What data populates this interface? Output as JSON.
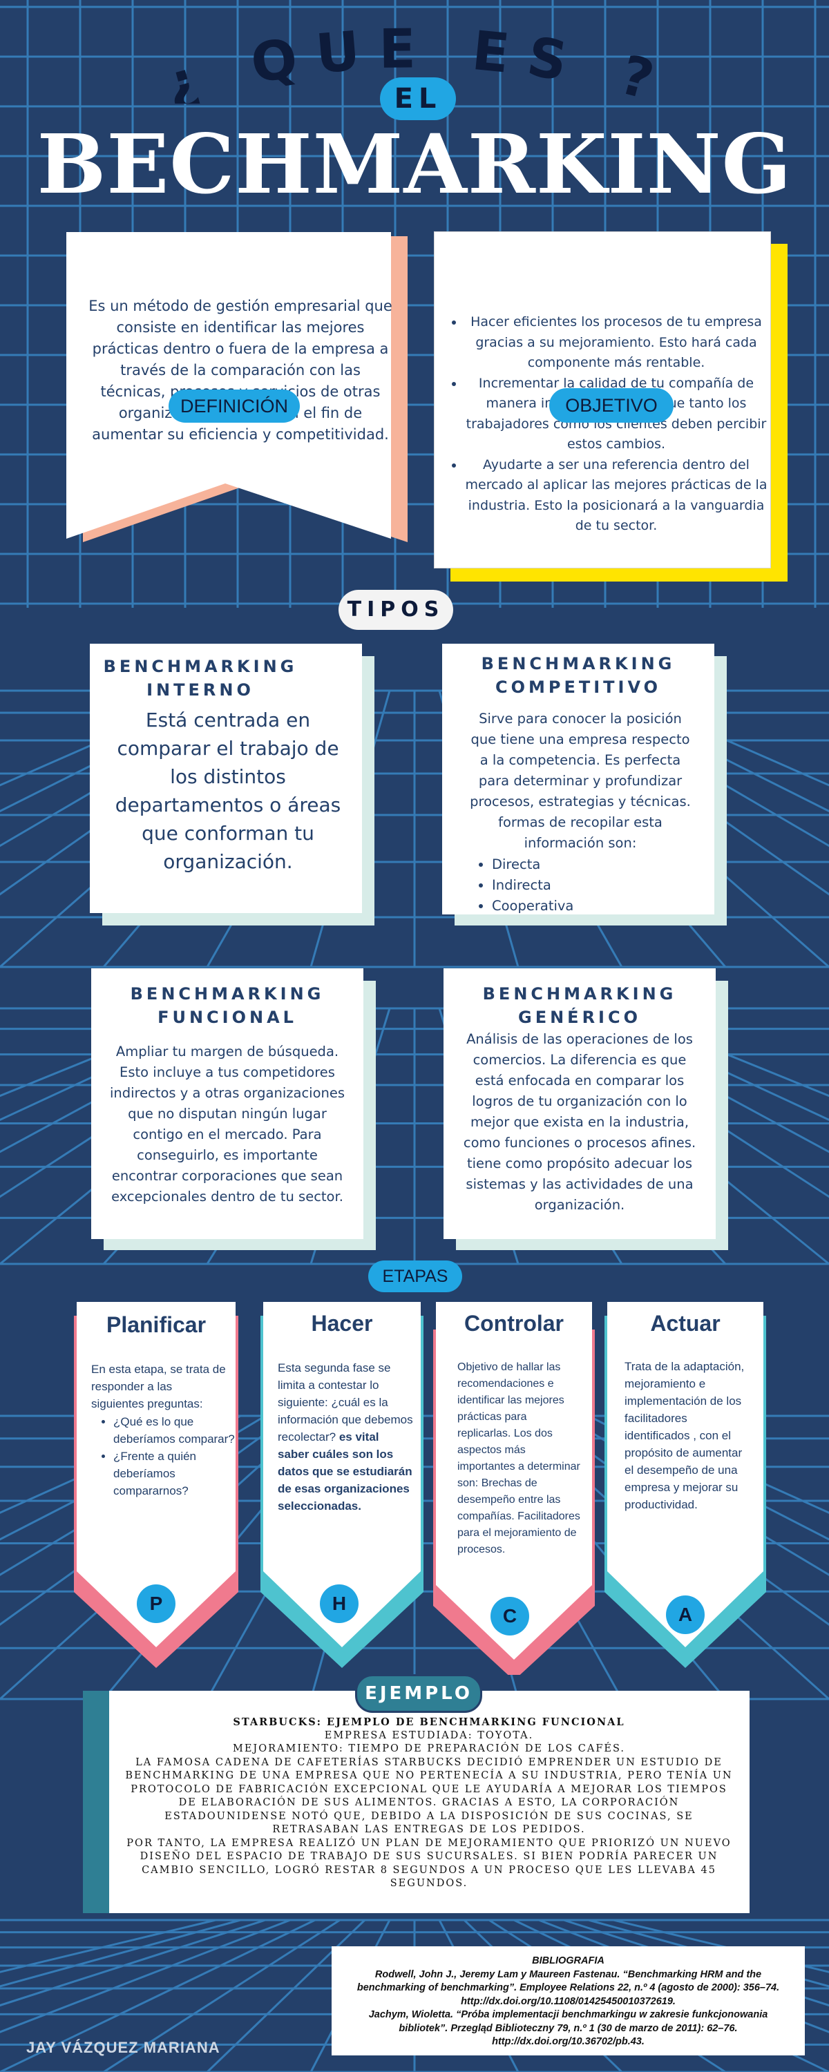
{
  "title": {
    "question_top": "¿ QUE ES ?",
    "el": "EL",
    "main": "BECHMARKING"
  },
  "definicion": {
    "text": "Es un método de gestión empresarial que consiste en identificar las mejores prácticas dentro o fuera de la empresa a través de la comparación con las técnicas, procesos y servicios de otras organizaciones. Esto con el fin de aumentar su eficiencia y competitividad.",
    "label": "DEFINICIÓN"
  },
  "objetivo": {
    "label": "OBJETIVO",
    "items": [
      "Hacer eficientes los procesos de tu empresa gracias a su mejoramiento. Esto hará cada componente más rentable.",
      "Incrementar la calidad de tu compañía de manera integral. Es decir, que tanto los trabajadores como los clientes deben percibir estos cambios.",
      "Ayudarte a ser una referencia dentro del mercado al aplicar las mejores prácticas de la industria. Esto la posicionará a la vanguardia de tu sector."
    ]
  },
  "tipos": {
    "label": "TIPOS",
    "interno": {
      "title1": "BENCHMARKING",
      "title2": "INTERNO",
      "text": "Está centrada en comparar el trabajo de los distintos departamentos o áreas que conforman tu organización."
    },
    "competitivo": {
      "title1": "BENCHMARKING",
      "title2": "COMPETITIVO",
      "text": "Sirve para conocer la posición que tiene una empresa respecto a la competencia. Es perfecta para determinar y profundizar procesos, estrategias y técnicas. formas de recopilar esta información son:",
      "items": [
        "Directa",
        "Indirecta",
        "Cooperativa"
      ]
    },
    "funcional": {
      "title1": "BENCHMARKING",
      "title2": "FUNCIONAL",
      "text": "Ampliar tu margen de búsqueda. Esto incluye a tus competidores indirectos y a otras organizaciones que no disputan ningún lugar contigo en el mercado. Para conseguirlo, es importante encontrar corporaciones que sean excepcionales dentro de tu sector."
    },
    "generico": {
      "title1": "BENCHMARKING",
      "title2": "GENÉRICO",
      "text": "Análisis de las operaciones de los comercios. La diferencia es que está enfocada en comparar los logros de tu organización con lo mejor que exista en la industria, como funciones o procesos afines. tiene como propósito adecuar los sistemas y las actividades de una organización."
    }
  },
  "etapas": {
    "label": "ETAPAS",
    "planificar": {
      "title": "Planificar",
      "text": "En esta etapa, se trata de responder a las siguientes preguntas:",
      "items": [
        "¿Qué es lo que deberíamos comparar?",
        "¿Frente a quién deberíamos compararnos?"
      ],
      "letter": "P"
    },
    "hacer": {
      "title": "Hacer",
      "text": "Esta segunda fase se limita a contestar lo siguiente: ¿cuál es la información que debemos recolectar?",
      "bold": "es vital saber cuáles son los datos que se estudiarán de esas organizaciones seleccionadas.",
      "letter": "H"
    },
    "controlar": {
      "title": "Controlar",
      "text": "Objetivo de hallar las recomendaciones e identificar las mejores prácticas para replicarlas. Los dos aspectos más importantes a determinar son: Brechas de desempeño entre las compañías. Facilitadores para el mejoramiento de procesos.",
      "letter": "C"
    },
    "actuar": {
      "title": "Actuar",
      "text": "Trata de la adaptación, mejoramiento e implementación de los facilitadores identificados , con el propósito de aumentar el desempeño de una empresa y mejorar su productividad.",
      "letter": "A"
    }
  },
  "ejemplo": {
    "label": "EJEMPLO",
    "lines": [
      "STARBUCKS: EJEMPLO DE BENCHMARKING FUNCIONAL",
      "EMPRESA ESTUDIADA: TOYOTA.",
      "MEJORAMIENTO: TIEMPO DE PREPARACIÓN DE LOS CAFÉS.",
      "LA FAMOSA CADENA DE CAFETERÍAS STARBUCKS DECIDIÓ EMPRENDER UN ESTUDIO DE BENCHMARKING DE UNA EMPRESA QUE NO PERTENECÍA A SU INDUSTRIA, PERO TENÍA UN PROTOCOLO DE FABRICACIÓN EXCEPCIONAL QUE LE AYUDARÍA A MEJORAR LOS TIEMPOS DE ELABORACIÓN DE SUS ALIMENTOS. GRACIAS A ESTO, LA CORPORACIÓN ESTADOUNIDENSE NOTÓ QUE, DEBIDO A LA DISPOSICIÓN DE SUS COCINAS, SE RETRASABAN LAS ENTREGAS DE LOS PEDIDOS.",
      "POR TANTO, LA EMPRESA REALIZÓ UN PLAN DE MEJORAMIENTO QUE PRIORIZÓ UN NUEVO DISEÑO DEL ESPACIO DE TRABAJO DE SUS SUCURSALES. SI BIEN PODRÍA PARECER UN CAMBIO SENCILLO, LOGRÓ RESTAR 8 SEGUNDOS A UN PROCESO QUE LES LLEVABA 45 SEGUNDOS."
    ]
  },
  "bibliografia": {
    "title": "BIBLIOGRAFIA",
    "entries": [
      "Rodwell, John J., Jeremy Lam y Maureen Fastenau. “Benchmarking HRM and the benchmarking of benchmarking”. Employee Relations 22, n.º 4 (agosto de 2000): 356–74. http://dx.doi.org/10.1108/01425450010372619.",
      "Jachym, Wioletta. “Próba implementacji benchmarkingu w zakresie funkcjonowania bibliotek”. Przegląd Biblioteczny 79, n.º 1 (30 de marzo de 2011): 62–76. http://dx.doi.org/10.36702/pb.43."
    ]
  },
  "author": "JAY VÁZQUEZ MARIANA",
  "colors": {
    "background": "#24406a",
    "grid": "#3b8fd0",
    "accent_blue": "#21a6e3",
    "pink": "#f07a8e",
    "teal": "#4ec3cf",
    "yellow": "#ffe400",
    "salmon": "#f7b39a",
    "mint": "#d7ece8",
    "ejemplo_side": "#2f7f94"
  }
}
